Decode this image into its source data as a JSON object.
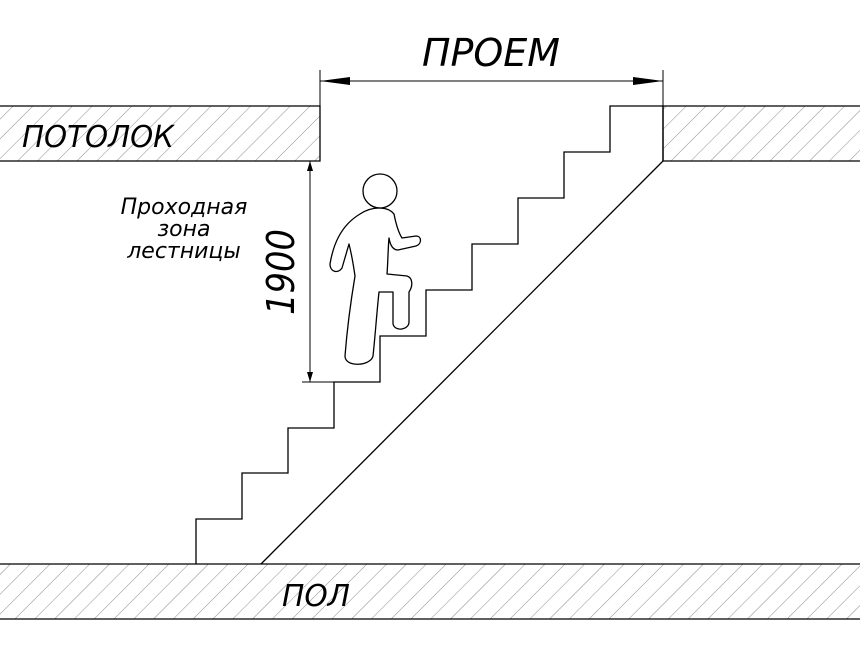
{
  "labels": {
    "opening": "ПРОЕМ",
    "ceiling": "ПОТОЛОК",
    "floor": "ПОЛ",
    "headroom_dimension": "1900",
    "passage_zone": [
      "Проходная",
      "зона",
      "лестницы"
    ]
  },
  "colors": {
    "line": "#000000",
    "hatch": "#8c8c8c",
    "background": "#ffffff"
  },
  "stair": {
    "steps": 9
  }
}
